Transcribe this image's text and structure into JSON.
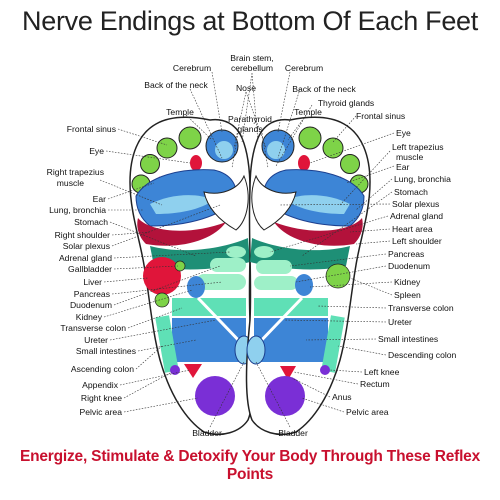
{
  "title": "Nerve Endings at Bottom Of Each Feet",
  "footer": "Energize, Stimulate & Detoxify Your Body Through These Reflex Points",
  "colors": {
    "green": "#7ed348",
    "blue": "#3d85d6",
    "light_blue": "#8fd0ee",
    "navy": "#1b3f8f",
    "crimson": "#b3123b",
    "red": "#e0153a",
    "teal": "#1e8f76",
    "light_teal": "#5fe0b6",
    "mint": "#9ef0c8",
    "purple": "#7a2fd6",
    "pink": "#f3a3d0",
    "outline": "#222222"
  },
  "labels_left": [
    {
      "id": "frontal-sinus-l",
      "text": "Frontal sinus"
    },
    {
      "id": "eye-l",
      "text": "Eye"
    },
    {
      "id": "right-trapezius-l1",
      "text": "Right trapezius"
    },
    {
      "id": "right-trapezius-l2",
      "text": "muscle"
    },
    {
      "id": "ear-l",
      "text": "Ear"
    },
    {
      "id": "lung-l",
      "text": "Lung, bronchia"
    },
    {
      "id": "stomach-l",
      "text": "Stomach"
    },
    {
      "id": "right-shoulder-l",
      "text": "Right shoulder"
    },
    {
      "id": "solar-plexus-l",
      "text": "Solar plexus"
    },
    {
      "id": "adrenal-l",
      "text": "Adrenal gland"
    },
    {
      "id": "gallbladder-l",
      "text": "Gallbladder"
    },
    {
      "id": "liver-l",
      "text": "Liver"
    },
    {
      "id": "pancreas-l",
      "text": "Pancreas"
    },
    {
      "id": "duodenum-l",
      "text": "Duodenum"
    },
    {
      "id": "kidney-l",
      "text": "Kidney"
    },
    {
      "id": "transverse-colon-l",
      "text": "Transverse colon"
    },
    {
      "id": "ureter-l",
      "text": "Ureter"
    },
    {
      "id": "small-intestines-l",
      "text": "Small intestines"
    },
    {
      "id": "ascending-colon-l",
      "text": "Ascending colon"
    },
    {
      "id": "appendix-l",
      "text": "Appendix"
    },
    {
      "id": "right-knee-l",
      "text": "Right knee"
    },
    {
      "id": "pelvic-area-l",
      "text": "Pelvic area"
    }
  ],
  "labels_top": [
    {
      "id": "cerebrum-l",
      "text": "Cerebrum"
    },
    {
      "id": "back-neck-l",
      "text": "Back of the neck"
    },
    {
      "id": "temple-l",
      "text": "Temple"
    },
    {
      "id": "brain-stem-1",
      "text": "Brain stem,"
    },
    {
      "id": "brain-stem-2",
      "text": "cerebellum"
    },
    {
      "id": "nose",
      "text": "Nose"
    },
    {
      "id": "parathyroid-1",
      "text": "Parathyroid"
    },
    {
      "id": "parathyroid-2",
      "text": "glands"
    },
    {
      "id": "cerebrum-r",
      "text": "Cerebrum"
    },
    {
      "id": "back-neck-r",
      "text": "Back of the neck"
    },
    {
      "id": "temple-r",
      "text": "Temple"
    },
    {
      "id": "thyroid-r",
      "text": "Thyroid glands"
    }
  ],
  "labels_right": [
    {
      "id": "frontal-sinus-r",
      "text": "Frontal sinus"
    },
    {
      "id": "eye-r",
      "text": "Eye"
    },
    {
      "id": "left-trapezius-r1",
      "text": "Left trapezius"
    },
    {
      "id": "left-trapezius-r2",
      "text": "muscle"
    },
    {
      "id": "ear-r",
      "text": "Ear"
    },
    {
      "id": "lung-r",
      "text": "Lung, bronchia"
    },
    {
      "id": "stomach-r",
      "text": "Stomach"
    },
    {
      "id": "solar-plexus-r",
      "text": "Solar plexus"
    },
    {
      "id": "adrenal-r",
      "text": "Adrenal gland"
    },
    {
      "id": "heart-r",
      "text": "Heart area"
    },
    {
      "id": "left-shoulder-r",
      "text": "Left shoulder"
    },
    {
      "id": "pancreas-r",
      "text": "Pancreas"
    },
    {
      "id": "duodenum-r",
      "text": "Duodenum"
    },
    {
      "id": "kidney-r",
      "text": "Kidney"
    },
    {
      "id": "spleen-r",
      "text": "Spleen"
    },
    {
      "id": "transverse-colon-r",
      "text": "Transverse colon"
    },
    {
      "id": "ureter-r",
      "text": "Ureter"
    },
    {
      "id": "small-intestines-r",
      "text": "Small intestines"
    },
    {
      "id": "descending-colon-r",
      "text": "Descending colon"
    },
    {
      "id": "left-knee-r",
      "text": "Left knee"
    },
    {
      "id": "rectum-r",
      "text": "Rectum"
    },
    {
      "id": "anus-r",
      "text": "Anus"
    },
    {
      "id": "pelvic-area-r",
      "text": "Pelvic area"
    }
  ],
  "labels_bottom": [
    {
      "id": "bladder-l",
      "text": "Bladder"
    },
    {
      "id": "bladder-r",
      "text": "Bladder"
    }
  ]
}
